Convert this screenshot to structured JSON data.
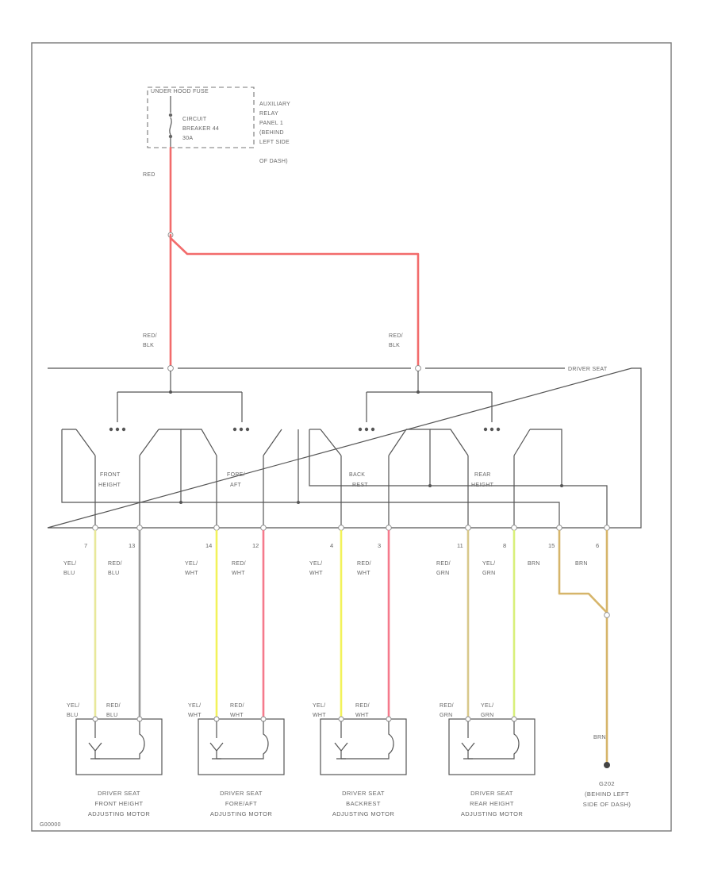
{
  "colors": {
    "RED": "#f26b6b",
    "RED/BLK": "#e05ab8",
    "RED/WHT": "#f57a8c",
    "YEL/BLU": "#e8e89a",
    "YEL/WHT": "#f2f25a",
    "RED/GRN": "#d8c88a",
    "YEL/GRN": "#d8f07a",
    "BRN": "#d6b56a",
    "frame": "#777777"
  },
  "fuse": {
    "header": "UNDER HOOD FUSE",
    "breaker_label": [
      "CIRCUIT",
      "BREAKER 44",
      "30A"
    ],
    "relay_panel": [
      "AUXILIARY",
      "RELAY",
      "PANEL 1",
      "(BEHIND",
      "LEFT SIDE",
      "OF DASH)"
    ]
  },
  "feed_wire": "RED",
  "branch_wires": [
    "RED/BLK",
    "RED/BLK"
  ],
  "seat_label": "DRIVER SEAT",
  "switches": [
    {
      "name": [
        "FRONT",
        "HEIGHT"
      ]
    },
    {
      "name": [
        "FORE/",
        "AFT"
      ]
    },
    {
      "name": [
        "BACK",
        "REST"
      ]
    },
    {
      "name": [
        "REAR",
        "HEIGHT"
      ]
    }
  ],
  "seat_pins": [
    "7",
    "13",
    "14",
    "12",
    "4",
    "3",
    "11",
    "8",
    "15",
    "6"
  ],
  "pin_wires": [
    [
      "YEL/",
      "BLU"
    ],
    [
      "RED/",
      "BLU"
    ],
    [
      "YEL/",
      "WHT"
    ],
    [
      "RED/",
      "WHT"
    ],
    [
      "YEL/",
      "WHT"
    ],
    [
      "RED/",
      "WHT"
    ],
    [
      "RED/",
      "GRN"
    ],
    [
      "YEL/",
      "GRN"
    ],
    [
      "BRN"
    ],
    [
      "BRN"
    ]
  ],
  "motors": [
    {
      "wire_a": [
        "YEL/",
        "BLU"
      ],
      "wire_b": [
        "RED/",
        "BLU"
      ],
      "caption": [
        "DRIVER SEAT",
        "FRONT HEIGHT",
        "ADJUSTING MOTOR"
      ]
    },
    {
      "wire_a": [
        "YEL/",
        "WHT"
      ],
      "wire_b": [
        "RED/",
        "WHT"
      ],
      "caption": [
        "DRIVER SEAT",
        "FORE/AFT",
        "ADJUSTING MOTOR"
      ]
    },
    {
      "wire_a": [
        "YEL/",
        "WHT"
      ],
      "wire_b": [
        "RED/",
        "WHT"
      ],
      "caption": [
        "DRIVER SEAT",
        "BACKREST",
        "ADJUSTING MOTOR"
      ]
    },
    {
      "wire_a": [
        "RED/",
        "GRN"
      ],
      "wire_b": [
        "YEL/",
        "GRN"
      ],
      "caption": [
        "DRIVER SEAT",
        "REAR HEIGHT",
        "ADJUSTING MOTOR"
      ]
    }
  ],
  "ground": {
    "wire": "BRN",
    "caption": [
      "G202",
      "(BEHIND LEFT",
      "SIDE OF DASH)"
    ]
  },
  "figure_id": "G00000"
}
